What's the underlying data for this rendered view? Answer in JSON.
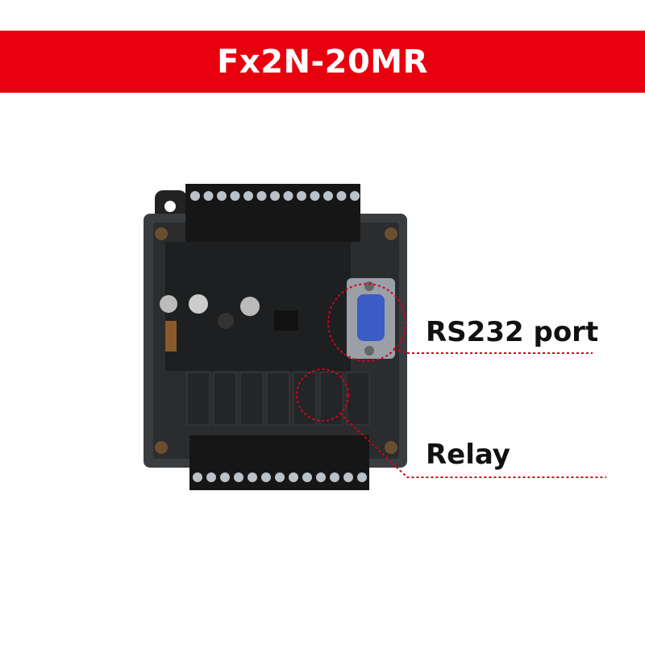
{
  "header": {
    "title": "Fx2N-20MR",
    "background_color": "#e8000f"
  },
  "callouts": {
    "rs232_label": "RS232 port",
    "relay_label": "Relay",
    "marker_color": "#d9001b"
  },
  "product": {
    "icon": "plc-board-image"
  }
}
